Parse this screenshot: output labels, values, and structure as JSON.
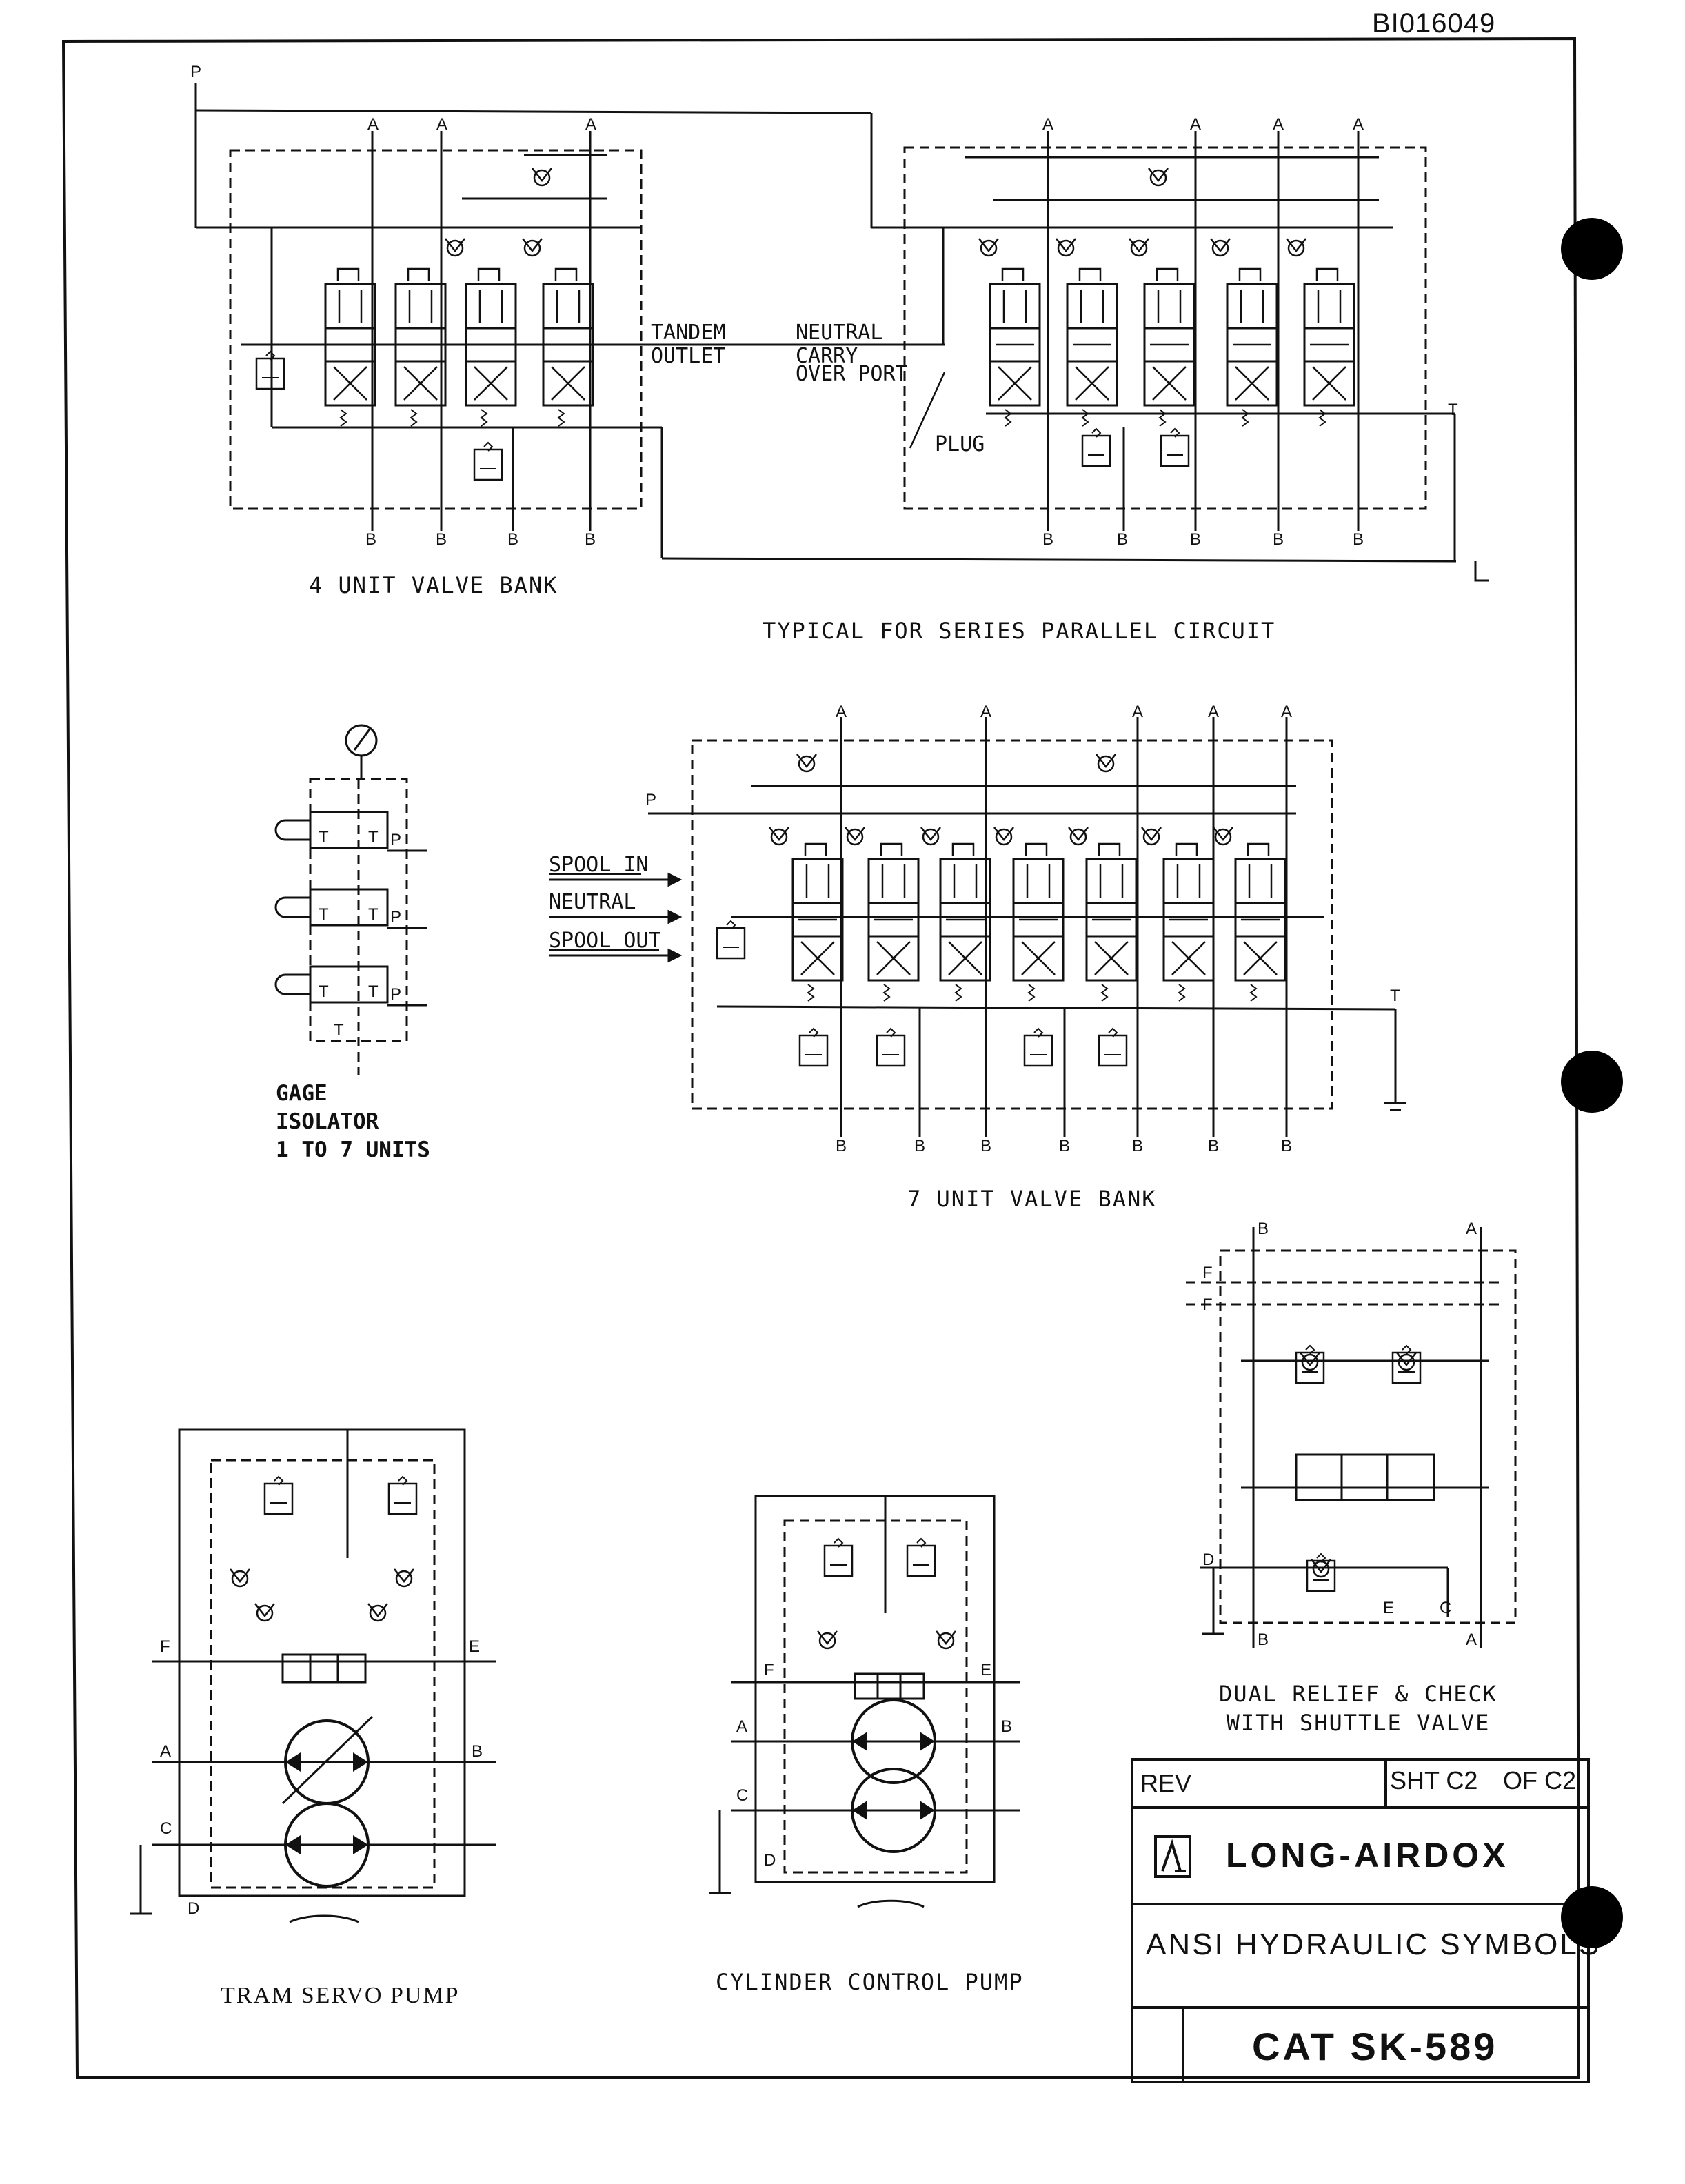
{
  "document_id": "BI016049",
  "ports": {
    "P": "P",
    "A": "A",
    "B": "B",
    "T": "T",
    "C": "C",
    "D": "D",
    "E": "E",
    "F": "F"
  },
  "bank4": {
    "caption": "4 UNIT VALVE BANK",
    "tandem_outlet": [
      "TANDEM",
      "OUTLET"
    ],
    "neutral_carry": [
      "NEUTRAL",
      "CARRY",
      "OVER PORT"
    ],
    "plug": "PLUG"
  },
  "series_caption": "TYPICAL FOR SERIES PARALLEL CIRCUIT",
  "gage": {
    "lines": [
      "GAGE",
      "ISOLATOR",
      "1 TO 7 UNITS"
    ]
  },
  "bank7": {
    "caption": "7 UNIT VALVE BANK",
    "spool_in": "SPOOL IN",
    "neutral": "NEUTRAL",
    "spool_out": "SPOOL OUT"
  },
  "dual_relief": {
    "lines": [
      "DUAL RELIEF & CHECK",
      "WITH SHUTTLE VALVE"
    ]
  },
  "tram_caption": "TRAM SERVO PUMP",
  "cyl_caption": "CYLINDER CONTROL PUMP",
  "title_block": {
    "rev_label": "REV",
    "sheet": "SHT C2",
    "of": "OF C2",
    "company": "LONG-AIRDOX",
    "title": "ANSI HYDRAULIC SYMBOLS",
    "cat": "CAT SK-589"
  },
  "colors": {
    "ink": "#111111",
    "paper": "#ffffff"
  },
  "icons": {
    "logo": "long-airdox-logo-icon",
    "gauge": "pressure-gauge-icon"
  }
}
